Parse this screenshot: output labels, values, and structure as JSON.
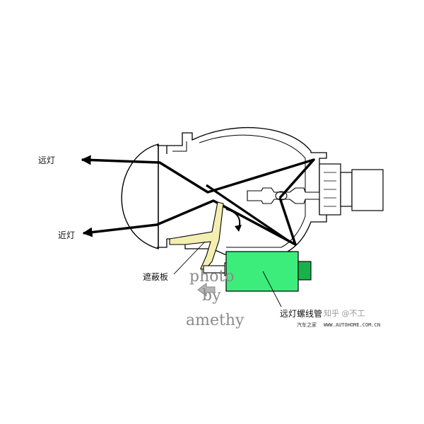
{
  "labels": {
    "high_beam": "远灯",
    "low_beam": "近灯",
    "shutter": "遮蔽板",
    "solenoid": "远灯螺线管"
  },
  "watermarks": {
    "photo_line1": "photo",
    "photo_line2": "by",
    "photo_line3": "amethy",
    "zhihu": "知乎 @不工",
    "site_cn": "汽车之家",
    "site_url": "WWW.AUTOHOME.COM.CN"
  },
  "colors": {
    "outline": "#000000",
    "shutter_fill": "#f4eeb2",
    "solenoid_fill": "#3ded7c",
    "solenoid_cap": "#17b34a",
    "watermark": "#8a8a8a"
  }
}
